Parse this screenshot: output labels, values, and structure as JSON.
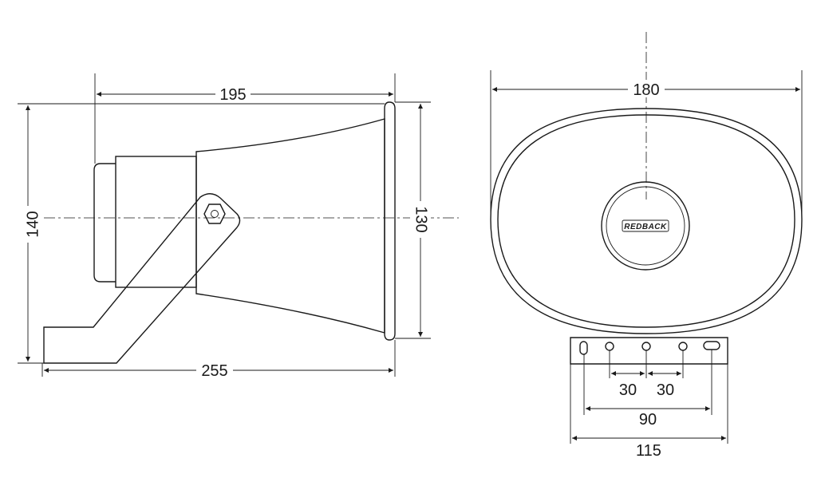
{
  "side_view": {
    "dim_length_horn": "195",
    "dim_height_total": "140",
    "dim_height_mouth": "130",
    "dim_length_total": "255"
  },
  "front_view": {
    "dim_width": "180",
    "dim_hole_spacing_a": "30",
    "dim_hole_spacing_b": "30",
    "dim_hole_spacing_outer": "90",
    "dim_bracket_width": "115",
    "brand_logo": "REDBACK"
  }
}
